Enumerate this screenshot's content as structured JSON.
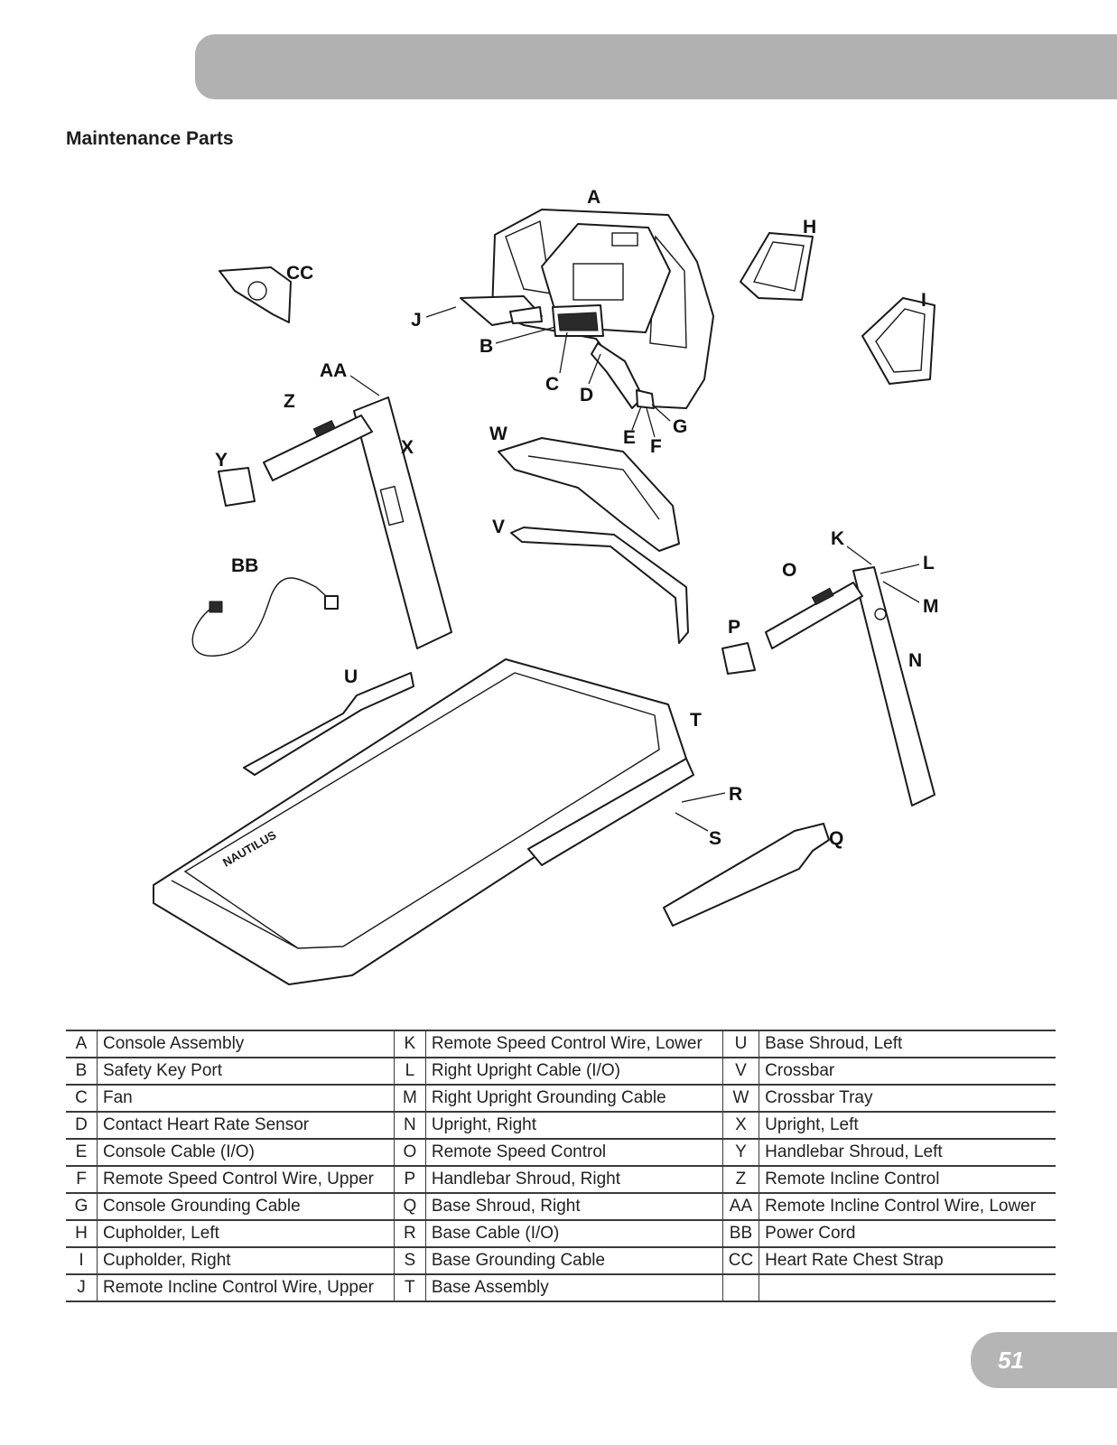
{
  "section_title": "Maintenance Parts",
  "page_number": "51",
  "diagram": {
    "brand_mark": "NAUTILUS",
    "callouts": [
      "A",
      "B",
      "C",
      "D",
      "E",
      "F",
      "G",
      "H",
      "I",
      "J",
      "K",
      "L",
      "M",
      "N",
      "O",
      "P",
      "Q",
      "R",
      "S",
      "T",
      "U",
      "V",
      "W",
      "X",
      "Y",
      "Z",
      "AA",
      "BB",
      "CC"
    ]
  },
  "parts_table": [
    [
      {
        "code": "A",
        "name": "Console Assembly"
      },
      {
        "code": "K",
        "name": "Remote Speed Control Wire, Lower"
      },
      {
        "code": "U",
        "name": "Base Shroud, Left"
      }
    ],
    [
      {
        "code": "B",
        "name": "Safety Key Port"
      },
      {
        "code": "L",
        "name": "Right Upright Cable (I/O)"
      },
      {
        "code": "V",
        "name": "Crossbar"
      }
    ],
    [
      {
        "code": "C",
        "name": "Fan"
      },
      {
        "code": "M",
        "name": "Right Upright Grounding Cable"
      },
      {
        "code": "W",
        "name": "Crossbar Tray"
      }
    ],
    [
      {
        "code": "D",
        "name": "Contact Heart Rate Sensor"
      },
      {
        "code": "N",
        "name": "Upright, Right"
      },
      {
        "code": "X",
        "name": "Upright, Left"
      }
    ],
    [
      {
        "code": "E",
        "name": "Console Cable (I/O)"
      },
      {
        "code": "O",
        "name": "Remote Speed Control"
      },
      {
        "code": "Y",
        "name": "Handlebar Shroud, Left"
      }
    ],
    [
      {
        "code": "F",
        "name": "Remote Speed Control Wire, Upper"
      },
      {
        "code": "P",
        "name": "Handlebar Shroud, Right"
      },
      {
        "code": "Z",
        "name": "Remote Incline Control"
      }
    ],
    [
      {
        "code": "G",
        "name": "Console Grounding Cable"
      },
      {
        "code": "Q",
        "name": "Base Shroud, Right"
      },
      {
        "code": "AA",
        "name": "Remote Incline Control Wire, Lower"
      }
    ],
    [
      {
        "code": "H",
        "name": "Cupholder, Left"
      },
      {
        "code": "R",
        "name": "Base Cable (I/O)"
      },
      {
        "code": "BB",
        "name": "Power Cord"
      }
    ],
    [
      {
        "code": "I",
        "name": "Cupholder, Right"
      },
      {
        "code": "S",
        "name": "Base Grounding Cable"
      },
      {
        "code": "CC",
        "name": "Heart Rate Chest Strap"
      }
    ],
    [
      {
        "code": "J",
        "name": "Remote Incline Control Wire, Upper"
      },
      {
        "code": "T",
        "name": "Base Assembly"
      },
      {
        "code": "",
        "name": ""
      }
    ]
  ]
}
